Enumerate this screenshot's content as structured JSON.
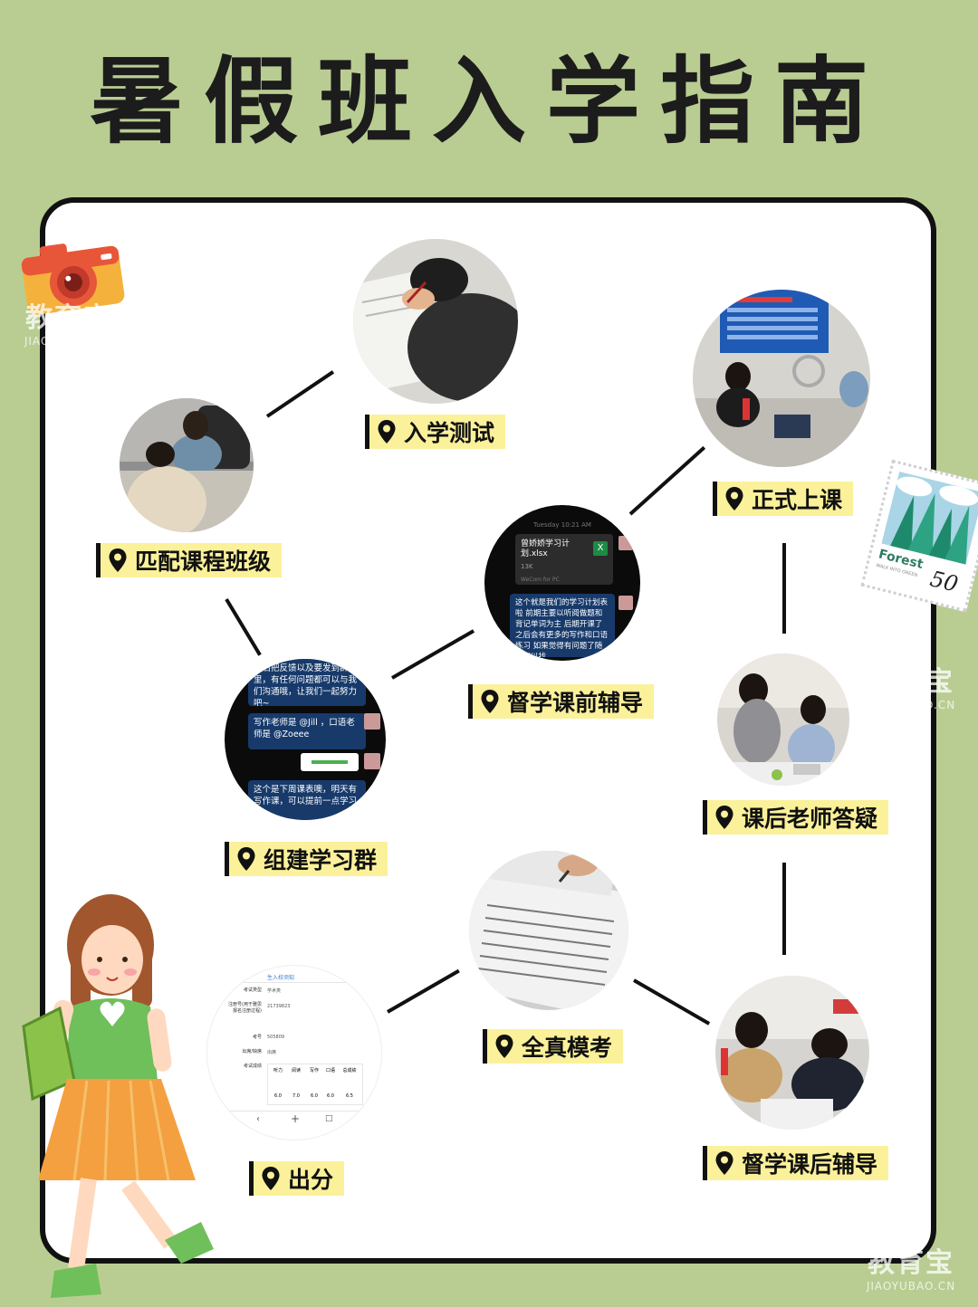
{
  "title": "暑假班入学指南",
  "steps": [
    {
      "label": "入学测试"
    },
    {
      "label": "匹配课程班级"
    },
    {
      "label": "正式上课"
    },
    {
      "label": "督学课前辅导"
    },
    {
      "label": "组建学习群"
    },
    {
      "label": "课后老师答疑"
    },
    {
      "label": "全真模考"
    },
    {
      "label": "督学课后辅导"
    },
    {
      "label": "出分"
    }
  ],
  "watermark": {
    "brand": "教育宝",
    "url": "JIAOYUBAO.CN"
  },
  "stamp": {
    "word": "Forest",
    "sub": "WALK INTO GREEN",
    "value": "50"
  },
  "chat_plan": {
    "time": "Tuesday 10:21 AM",
    "file_name": "曾娇娇学习计划.xlsx",
    "file_size": "13K",
    "file_app": "WeCom for PC",
    "file_icon": "X",
    "message": "这个就是我们的学习计划表啦 前期主要以听阅做题和背记单词为主 后期开课了之后会有更多的写作和口语练习 如果觉得有问题了随时可以找"
  },
  "chat_group": {
    "msg1": "结后把反馈以及要发到群里，有任何问题都可以与我们沟通哦，让我们一起努力吧~",
    "msg2": "写作老师是 @Jill ，口语老师是 @Zoeee",
    "msg3": "这个是下周课表噢，明天有写作课，可以提前一点学习哦~"
  },
  "score_report": {
    "header": "生入校须知",
    "rows": [
      {
        "key": "考试类型",
        "value": "学术类"
      },
      {
        "key": "注册号(用于雅思报名注册过程)",
        "value": "21739823"
      },
      {
        "key": "考号",
        "value": "505809"
      },
      {
        "key": "出席/缺席",
        "value": "出席"
      }
    ],
    "score_key": "考试成绩",
    "score_headers": [
      "听力",
      "阅读",
      "写作",
      "口语",
      "总成绩"
    ],
    "scores": [
      "6.0",
      "7.0",
      "6.0",
      "6.0",
      "6.5"
    ],
    "nav": [
      "‹",
      "+",
      "□"
    ]
  },
  "colors": {
    "background": "#b9cd92",
    "label_bg": "#fbf19a",
    "border": "#111111"
  }
}
